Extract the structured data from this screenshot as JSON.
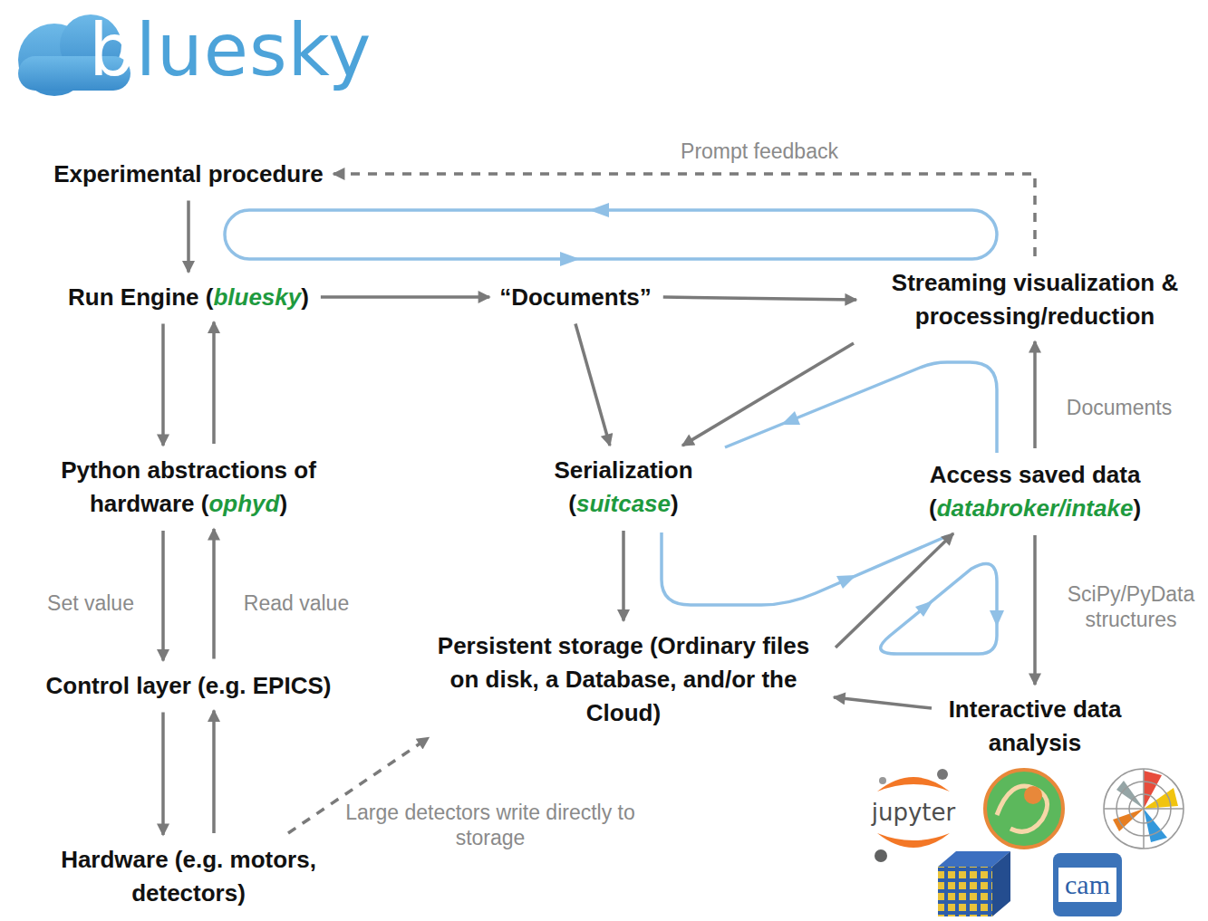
{
  "diagram": {
    "title": "bluesky",
    "nodes": [
      {
        "text": [
          "Experimental procedure"
        ]
      },
      {
        "text": [
          "Run Engine (bluesky)"
        ]
      },
      {
        "text": [
          "“Documents”"
        ]
      },
      {
        "text": [
          "Streaming visualization & processing/reduction"
        ]
      },
      {
        "text": [
          "Python abstractions of hardware (ophyd)"
        ]
      },
      {
        "text": [
          "Serialization (suitcase)"
        ]
      },
      {
        "text": [
          "Access saved data (databroker/intake)"
        ]
      },
      {
        "text": [
          "Control layer (e.g. EPICS)"
        ]
      },
      {
        "text": [
          "Persistent storage (Ordinary files on disk, a Database, and/or the Cloud)"
        ]
      },
      {
        "text": [
          "Interactive data analysis"
        ]
      },
      {
        "text": [
          "Hardware (e.g. motors, detectors)"
        ]
      }
    ],
    "edges": [
      {
        "from": 0,
        "to": 1,
        "arrow": "to"
      },
      {
        "from": 1,
        "to": 2,
        "arrow": "to"
      },
      {
        "from": 2,
        "to": 3,
        "arrow": "to"
      },
      {
        "from": 1,
        "to": 4,
        "arrow": "to"
      },
      {
        "from": 4,
        "to": 1,
        "arrow": "to"
      },
      {
        "from": 4,
        "to": 7,
        "label": "Set value",
        "arrow": "to"
      },
      {
        "from": 7,
        "to": 4,
        "label": "Read value",
        "arrow": "to"
      },
      {
        "from": 7,
        "to": 10,
        "arrow": "to"
      },
      {
        "from": 10,
        "to": 7,
        "arrow": "to"
      },
      {
        "from": 10,
        "to": 8,
        "label": "Large detectors write directly to storage",
        "arrow": "to"
      },
      {
        "from": 2,
        "to": 5,
        "arrow": "to"
      },
      {
        "from": 3,
        "to": 5,
        "arrow": "to"
      },
      {
        "from": 5,
        "to": 8,
        "arrow": "to"
      },
      {
        "from": 8,
        "to": 6,
        "arrow": "to"
      },
      {
        "from": 6,
        "to": 3,
        "label": "Documents",
        "arrow": "to"
      },
      {
        "from": 6,
        "to": 9,
        "label": "SciPy/PyData structures",
        "arrow": "to"
      },
      {
        "from": 9,
        "to": 8,
        "arrow": "to"
      },
      {
        "from": 3,
        "to": 0,
        "label": "Prompt feedback",
        "arrow": "to"
      }
    ],
    "labels": [
      "jupyter",
      "cam"
    ]
  }
}
